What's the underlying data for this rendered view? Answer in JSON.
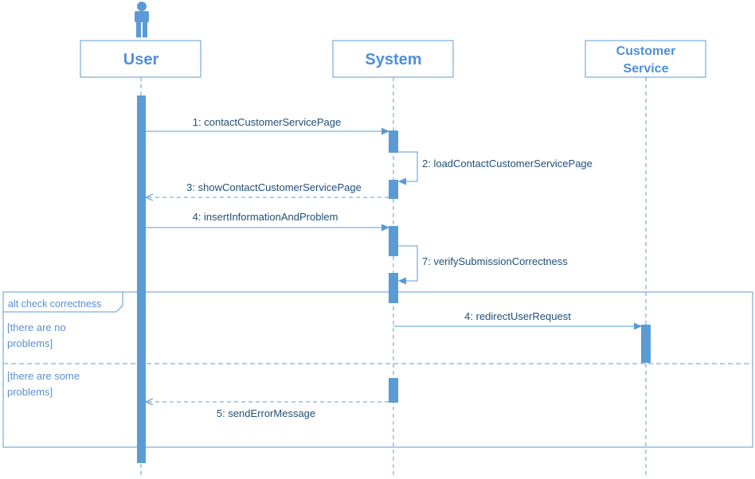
{
  "participants": {
    "user": {
      "label": "User"
    },
    "system": {
      "label": "System"
    },
    "customer_service": {
      "line1": "Customer",
      "line2": "Service"
    }
  },
  "messages": {
    "m1": "1: contactCustomerServicePage",
    "m2": "2: loadContactCustomerServicePage",
    "m3": "3: showContactCustomerServicePage",
    "m4": "4: insertInformationAndProblem",
    "m7": "7: verifySubmissionCorrectness",
    "m4b": "4: redirectUserRequest",
    "m5": "5: sendErrorMessage"
  },
  "alt_frame": {
    "label": "alt check correctness",
    "guard1_line1": "[there are no",
    "guard1_line2": "problems]",
    "guard2_line1": "[there are some",
    "guard2_line2": "problems]"
  },
  "colors": {
    "stroke": "#5b9bd5",
    "fill": "#5b9bd5",
    "text": "#1f4e79",
    "header_text": "#4f8fd6"
  }
}
